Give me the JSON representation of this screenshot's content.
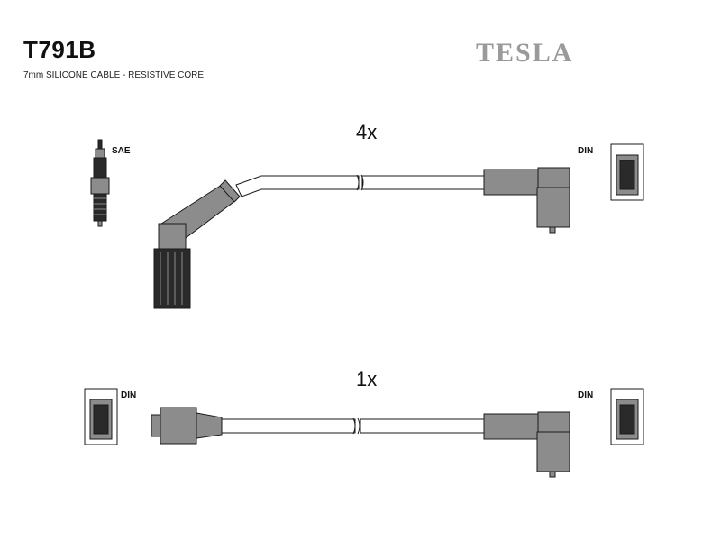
{
  "header": {
    "part_number": "T791B",
    "description": "7mm SILICONE CABLE - RESISTIVE CORE",
    "brand": "TESLA"
  },
  "cable_set_1": {
    "quantity": "4x",
    "left_label": "SAE",
    "right_label": "DIN"
  },
  "cable_set_2": {
    "quantity": "1x",
    "left_label": "DIN",
    "right_label": "DIN"
  },
  "colors": {
    "boot_fill": "#8c8c8c",
    "dark_fill": "#2a2a2a",
    "outline": "#1a1a1a"
  }
}
